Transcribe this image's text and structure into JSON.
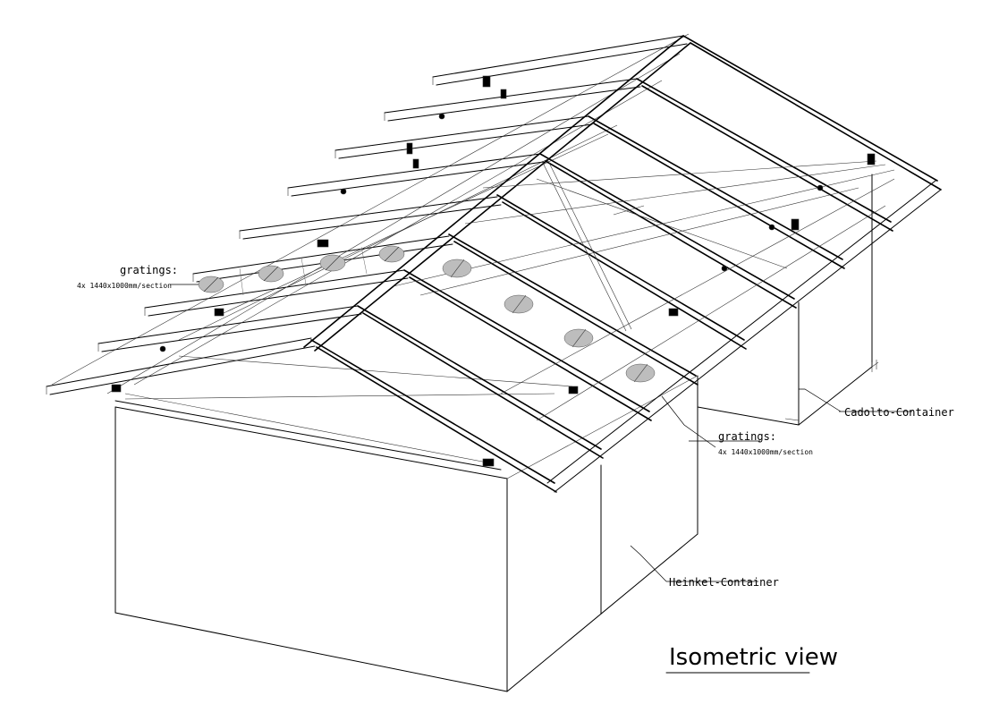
{
  "labels": {
    "gratings_left_title": "gratings:",
    "gratings_left_spec": "4x 1440x1000mm/section",
    "gratings_right_title": "gratings:",
    "gratings_right_spec": "4x 1440x1000mm/section",
    "cadolto": "Cadolto-Container",
    "heinkel": "Heinkel-Container",
    "view_title": "Isometric view"
  }
}
